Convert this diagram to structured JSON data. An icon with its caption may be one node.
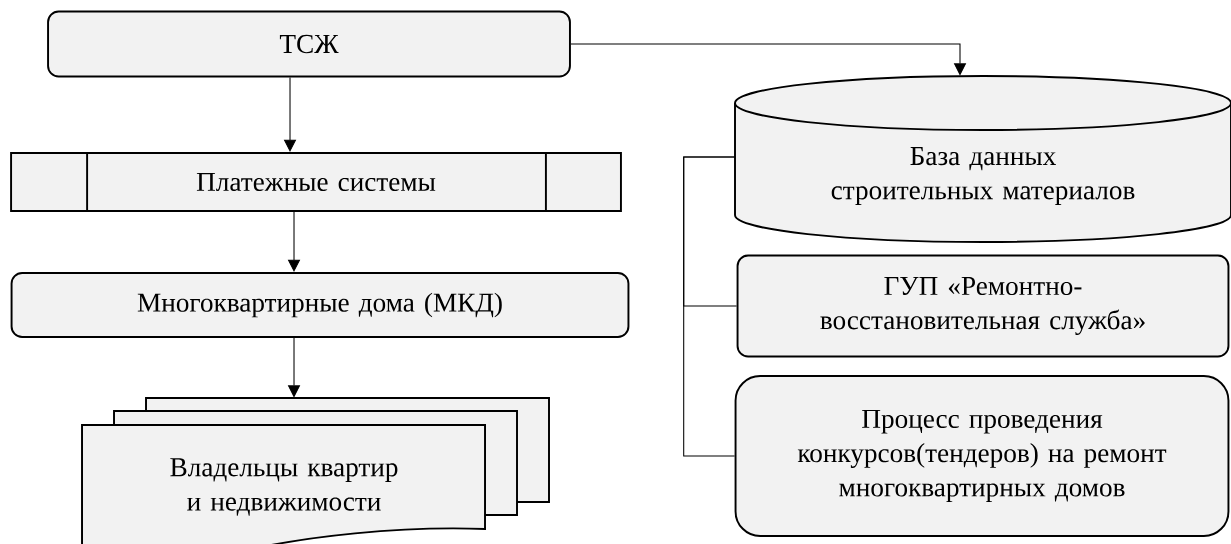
{
  "diagram": {
    "nodes": [
      {
        "text": [
          "ТСЖ"
        ]
      },
      {
        "text": [
          "Платежные системы"
        ]
      },
      {
        "text": [
          "Многоквартирные дома (МКД)"
        ]
      },
      {
        "text": [
          "Владельцы квартир и недвижимости"
        ]
      },
      {
        "text": [
          "База данных строительных материалов"
        ]
      },
      {
        "text": [
          "ГУП «Ремонтно-восстановительная служба»"
        ]
      },
      {
        "text": [
          "Процесс проведения конкурсов(тендеров) на ремонт многоквартирных домов"
        ]
      }
    ],
    "edges": [
      {
        "from": 0,
        "to": 1,
        "arrow": "to"
      },
      {
        "from": 1,
        "to": 2,
        "arrow": "to"
      },
      {
        "from": 2,
        "to": 3,
        "arrow": "to"
      },
      {
        "from": 0,
        "to": 4,
        "arrow": "to"
      },
      {
        "from": 4,
        "to": 5,
        "arrow": "none"
      },
      {
        "from": 4,
        "to": 6,
        "arrow": "none"
      }
    ]
  }
}
